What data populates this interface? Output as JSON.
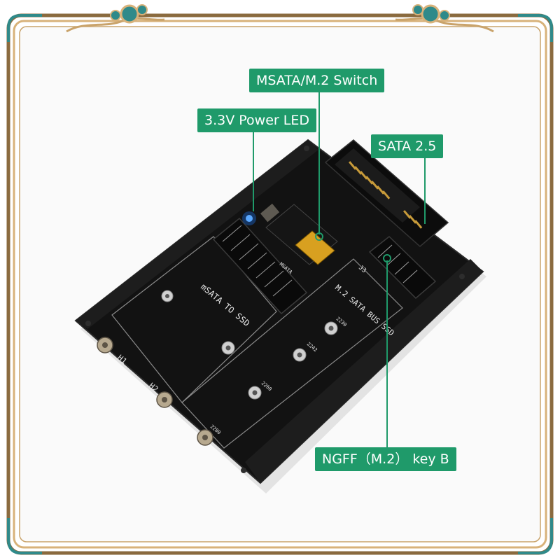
{
  "colors": {
    "background": "#ffffff",
    "frame_outer": "#8a6a3e",
    "frame_gold": "#d8b27a",
    "frame_teal": "#2f8a8a",
    "panel": "#fafafa",
    "callout_bg": "#1f9a6a",
    "callout_text": "#ffffff",
    "board": "#141414",
    "led": "#1e7bff"
  },
  "callouts": {
    "switch": "MSATA/M.2   Switch",
    "led": "3.3V Power  LED",
    "sata": "SATA 2.5",
    "ngff": "NGFF（M.2）  key B"
  },
  "board_labels": {
    "msata": "mSATA TO SSD",
    "m2": "M.2 SATA BUS SSD",
    "h1": "H1",
    "h2": "H2",
    "j3": "J3",
    "size_2230": "2230",
    "size_2242": "2242",
    "size_2260": "2260",
    "size_2280": "2280",
    "msata_small": "MSATA"
  },
  "icons": {
    "frame_ornament": "cloud-scroll-ornament",
    "led": "blue-led-icon"
  }
}
